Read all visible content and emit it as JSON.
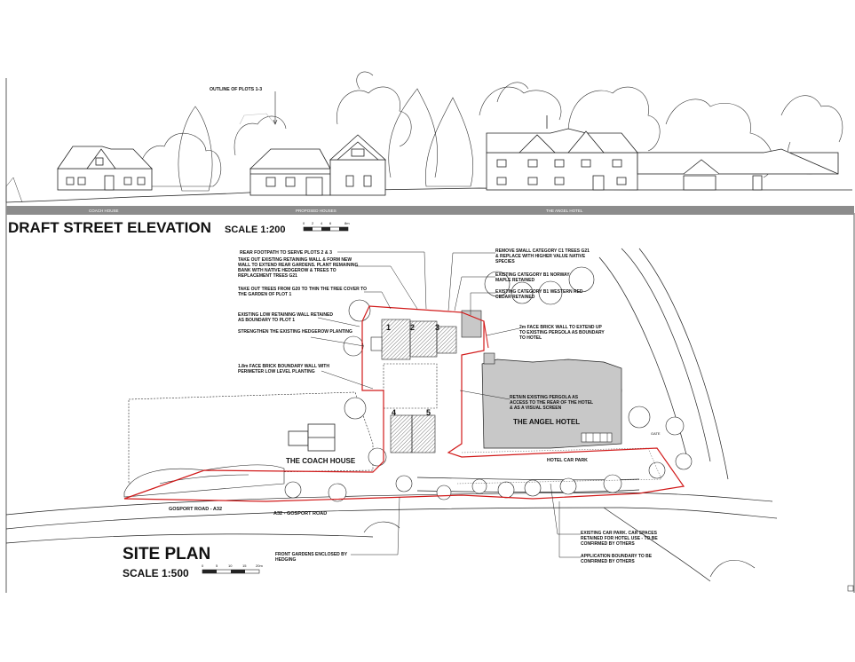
{
  "elevation": {
    "title": "DRAFT STREET ELEVATION",
    "scale": "SCALE 1:200",
    "outline_label": "OUTLINE OF PLOTS 1-3",
    "bar_labels": [
      "COACH HOUSE",
      "PROPOSED HOUSES",
      "THE ANGEL HOTEL"
    ],
    "scale_ticks": [
      "0",
      "2",
      "4",
      "6",
      "8m"
    ]
  },
  "site_plan": {
    "title": "SITE PLAN",
    "scale": "SCALE 1:500",
    "scale_ticks": [
      "0",
      "5",
      "10",
      "15",
      "20m"
    ],
    "buildings": {
      "hotel": "THE ANGEL HOTEL",
      "coach_house": "THE COACH HOUSE",
      "car_park": "HOTEL CAR PARK"
    },
    "roads": [
      "GOSPORT ROAD - A32",
      "A32 - GOSPORT ROAD"
    ],
    "plots": [
      "1",
      "2",
      "3",
      "4",
      "5"
    ],
    "notes_left": [
      "REAR FOOTPATH TO SERVE PLOTS 2 & 3",
      "TAKE OUT EXISTING RETAINING WALL & FORM NEW WALL TO EXTEND REAR GARDENS. PLANT REMAINING BANK WITH NATIVE HEDGEROW & TREES TO REPLACEMENT TREES G21",
      "TAKE OUT TREES FROM G20 TO THIN THE TREE COVER TO THE GARDEN OF PLOT 1",
      "EXISTING LOW RETAINING WALL RETAINED AS BOUNDARY TO PLOT 1",
      "STRENGTHEN THE EXISTING HEDGEROW PLANTING",
      "1.8m FACE BRICK BOUNDARY WALL WITH PERIMETER LOW LEVEL PLANTING"
    ],
    "notes_right": [
      "REMOVE SMALL CATEGORY C1 TREES G21 & REPLACE WITH HIGHER VALUE NATIVE SPECIES",
      "EXISTING CATEGORY B1 NORWAY MAPLE RETAINED",
      "EXISTING CATEGORY B1 WESTERN RED CEDAR RETAINED",
      "2m FACE BRICK WALL TO EXTEND UP TO EXISTING PERGOLA AS BOUNDARY TO HOTEL",
      "RETAIN EXISTING PERGOLA AS ACCESS TO THE REAR OF THE HOTEL & AS A VISUAL SCREEN"
    ],
    "notes_bottom": [
      "FRONT GARDENS ENCLOSED BY HEDGING",
      "EXISTING CAR PARK. CAR SPACES RETAINED FOR HOTEL USE - TO BE CONFIRMED BY OTHERS",
      "APPLICATION BOUNDARY TO BE CONFIRMED BY OTHERS"
    ],
    "gate_label": "GATE"
  },
  "colors": {
    "boundary": "#d11a1a",
    "grey_fill": "#c8c8c8",
    "bar": "#8c8c8c",
    "line": "#222222"
  }
}
